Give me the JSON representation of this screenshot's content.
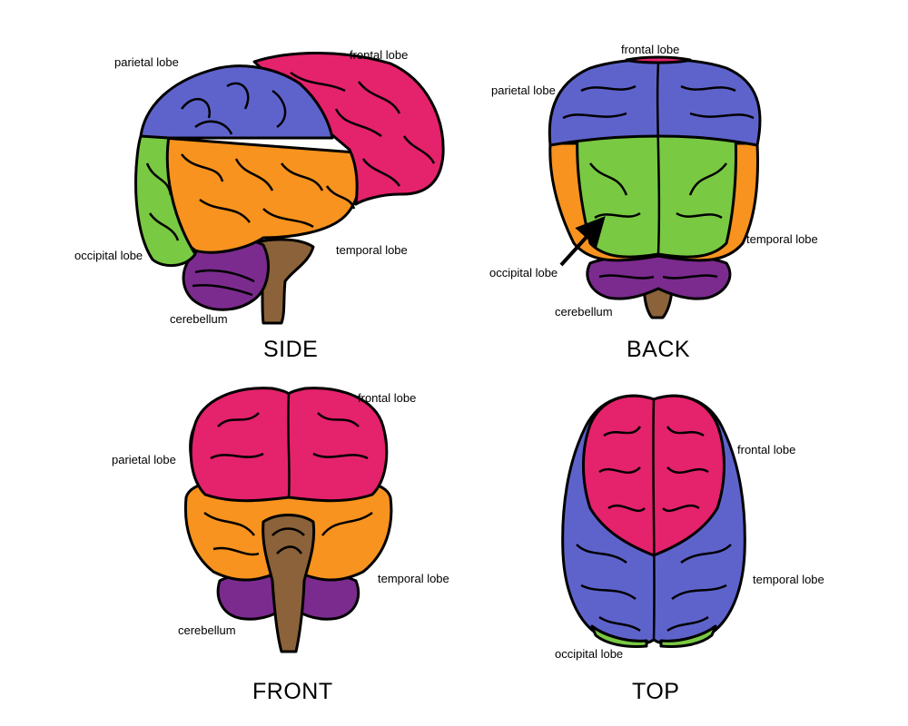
{
  "colors": {
    "frontal": "#E5226C",
    "parietal": "#5E63CC",
    "temporal": "#F7931E",
    "occipital": "#79C943",
    "cerebellum": "#7B2B8E",
    "brainstem": "#8B6239",
    "outline": "#000000"
  },
  "side": {
    "caption": "SIDE",
    "labels": {
      "parietal": "parietal lobe",
      "frontal": "frontal lobe",
      "occipital": "occipital lobe",
      "temporal": "temporal lobe",
      "cerebellum": "cerebellum"
    }
  },
  "back": {
    "caption": "BACK",
    "labels": {
      "frontal": "frontal lobe",
      "parietal": "parietal lobe",
      "temporal": "temporal lobe",
      "occipital": "occipital lobe",
      "cerebellum": "cerebellum"
    }
  },
  "front": {
    "caption": "FRONT",
    "labels": {
      "frontal": "frontal lobe",
      "parietal": "parietal lobe",
      "temporal": "temporal lobe",
      "cerebellum": "cerebellum"
    }
  },
  "top": {
    "caption": "TOP",
    "labels": {
      "frontal": "frontal lobe",
      "temporal": "temporal lobe",
      "occipital": "occipital lobe"
    }
  }
}
